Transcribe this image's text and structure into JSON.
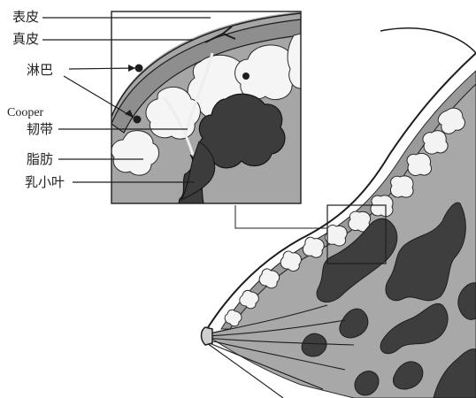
{
  "labels": {
    "epidermis": "表皮",
    "dermis": "真皮",
    "lymph": "淋巴",
    "cooper_name": "Cooper",
    "cooper_ligament": "韧带",
    "fat": "脂肪",
    "lobule": "乳小叶"
  },
  "colors": {
    "ink": "#1e1e1e",
    "dermis_gray": "#8c8c8c",
    "tissue_gray": "#9c9c9c",
    "lobule_dark": "#3c3c3c",
    "fat_white": "#f4f4f4",
    "background": "#ffffff"
  }
}
